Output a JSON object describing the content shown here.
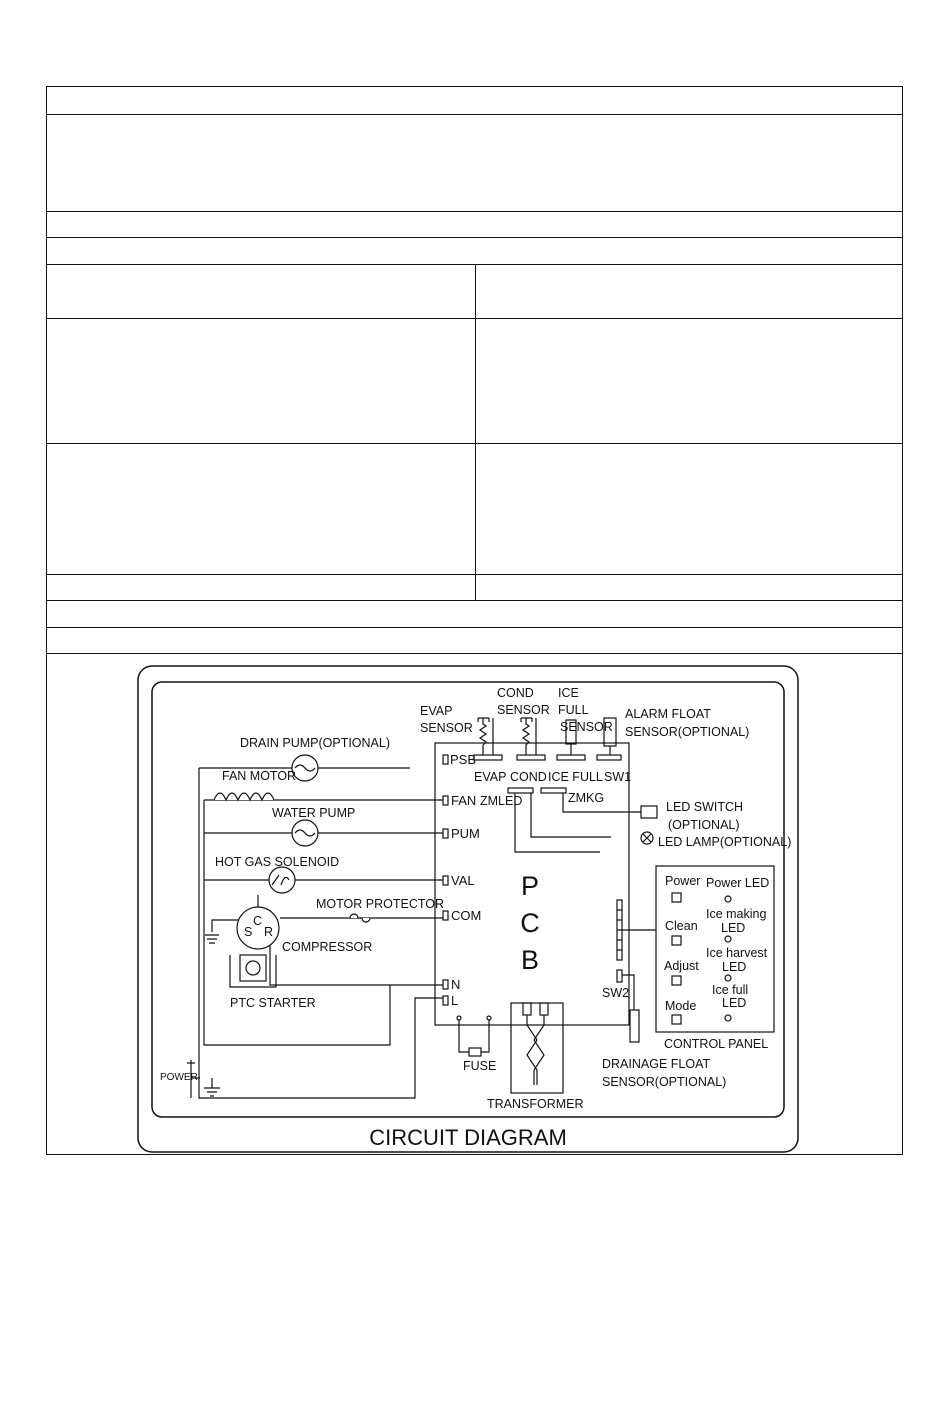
{
  "labels": {
    "evap_sensor": [
      "EVAP",
      "SENSOR"
    ],
    "cond_sensor": [
      "COND",
      "SENSOR"
    ],
    "ice_full_sensor": [
      "ICE",
      "FULL",
      "SENSOR"
    ],
    "alarm_float": [
      "ALARM FLOAT",
      "SENSOR(OPTIONAL)"
    ],
    "drain_pump": "DRAIN PUMP(OPTIONAL)",
    "fan_motor": "FAN MOTOR",
    "water_pump": "WATER PUMP",
    "hot_gas": "HOT GAS SOLENOID",
    "motor_protector": "MOTOR PROTECTOR",
    "compressor": "COMPRESSOR",
    "ptc_starter": "PTC STARTER",
    "power": "POWER",
    "fuse": "FUSE",
    "transformer": "TRANSFORMER",
    "led_switch": [
      "LED SWITCH",
      "(OPTIONAL)"
    ],
    "led_lamp": "LED LAMP(OPTIONAL)",
    "drainage_float": [
      "DRAINAGE FLOAT",
      "SENSOR(OPTIONAL)"
    ],
    "control_panel": "CONTROL PANEL",
    "sw2": "SW2",
    "diagram_title": "CIRCUIT DIAGRAM",
    "compressor_terminals": [
      "S",
      "C",
      "R"
    ]
  },
  "pcb": {
    "letters": [
      "P",
      "C",
      "B"
    ],
    "pins": [
      "PSB",
      "FAN",
      "PUM",
      "VAL",
      "COM",
      "N",
      "L"
    ],
    "top_connectors": [
      "EVAP",
      "COND",
      "ICE FULL",
      "SW1"
    ],
    "sub_connectors": [
      "ZMLED",
      "ZMKG"
    ]
  },
  "control_panel": {
    "buttons": [
      "Power",
      "Clean",
      "Adjust",
      "Mode"
    ],
    "leds": [
      [
        "Power LED"
      ],
      [
        "Ice making",
        "LED"
      ],
      [
        "Ice harvest",
        "LED"
      ],
      [
        "Ice full",
        "LED"
      ]
    ]
  }
}
